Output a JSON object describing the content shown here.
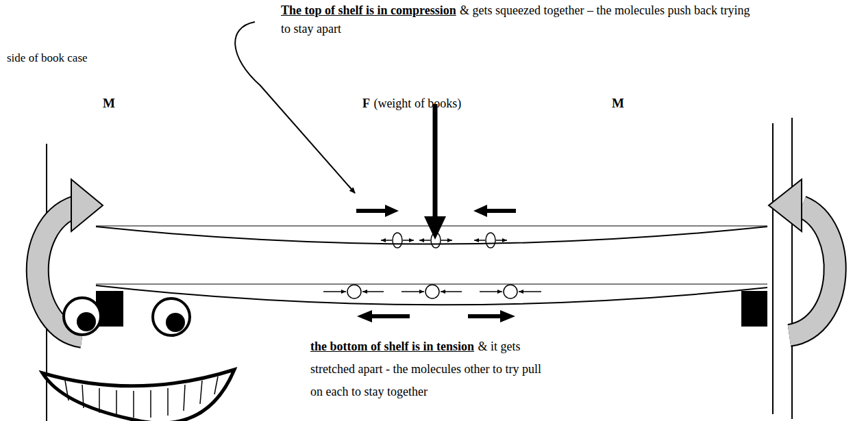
{
  "diagram": {
    "labels": [
      "The top of shelf is in compression",
      "& gets squeezed together – the molecules push back trying to stay apart",
      "side of book case",
      "F",
      "(weight of books)",
      "M",
      "M",
      "the bottom of shelf is in tension",
      "& it gets stretched apart - the molecules other to try pull on each to stay together"
    ]
  }
}
